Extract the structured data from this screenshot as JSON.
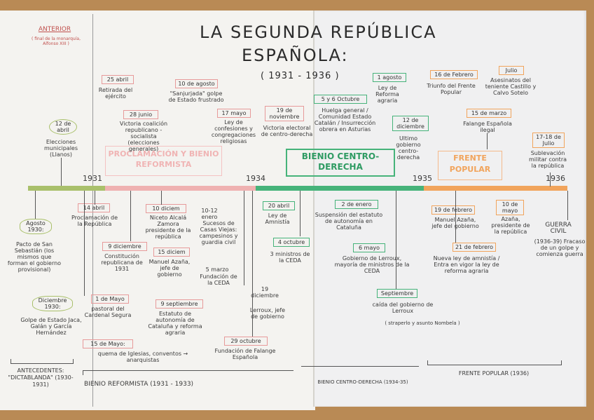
{
  "title": {
    "line1": "LA SEGUNDA REPÚBLICA",
    "line2": "ESPAÑOLA:",
    "range": "( 1931 - 1936 )"
  },
  "anterior": {
    "label": "ANTERIOR",
    "sub": "( final de la monarquía, Alfonso XIII )"
  },
  "years": {
    "y1931": "1931",
    "y1934": "1934",
    "y1935": "1935",
    "y1936": "1936"
  },
  "periods": {
    "reformista": "PROCLAMACIÓN Y BIENIO REFORMISTA",
    "centro": "BIENIO CENTRO-DERECHA",
    "frente": "FRENTE POPULAR"
  },
  "top_events": [
    {
      "date": "12 de abril",
      "text": "Elecciones municipales (Llanos)"
    },
    {
      "date": "25 abril",
      "text": "Retirada del ejército"
    },
    {
      "date": "28 junio",
      "text": "Victoria coalición republicano - socialista (elecciones generales)"
    },
    {
      "date": "10 de agosto",
      "text": "\"Sanjurjada\" golpe de Estado frustrado"
    },
    {
      "date": "17 mayo",
      "text": "Ley de confesiones y congregaciones religiosas"
    },
    {
      "date": "19 de noviembre",
      "text": "Victoria electoral de centro-derecha"
    },
    {
      "date": "5 y 6 Octubre",
      "text": "Huelga general / Comunidad Estado Catalán / Insurrección obrera en Asturias"
    },
    {
      "date": "1 agosto",
      "text": "Ley de Reforma agraria"
    },
    {
      "date": "12 de diciembre",
      "text": "Ultimo gobierno centro-derecha"
    },
    {
      "date": "16 de Febrero",
      "text": "Triunfo del Frente Popular"
    },
    {
      "date": "15 de marzo",
      "text": "Falange Española ilegal"
    },
    {
      "date": "Julio",
      "text": "Asesinatos del teniente Castillo y Calvo Sotelo"
    },
    {
      "date": "17-18 de Julio",
      "text": "Sublevación militar contra la república"
    }
  ],
  "bottom_events": [
    {
      "date": "Agosto 1930:",
      "text": "Pacto de San Sebastián (los mismos que forman el gobierno provisional)"
    },
    {
      "date": "Diciembre 1930:",
      "text": "Golpe de Estado Jaca, Galán y García Hernández"
    },
    {
      "date": "14 abril",
      "text": "Proclamación de la República"
    },
    {
      "date": "9 diciembre",
      "text": "Constitución republicana de 1931"
    },
    {
      "date": "1 de Mayo",
      "text": "pastoral del Cardenal Segura"
    },
    {
      "date": "15 de Mayo:",
      "text": "quema de Iglesias, conventos → anarquistas"
    },
    {
      "date": "10 diciem",
      "text": "Niceto Alcalá Zamora presidente de la república"
    },
    {
      "date": "15 diciem",
      "text": "Manuel Azaña, jefe de gobierno"
    },
    {
      "date": "9 septiembre",
      "text": "Estatuto de autonomía de Cataluña y reforma agraria"
    },
    {
      "date": "10-12 enero",
      "text": "Sucesos de Casas Viejas: campesinos y guardia civil"
    },
    {
      "date": "5 marzo",
      "text": "Fundación de la CEDA"
    },
    {
      "date": "29 octubre",
      "text": "Fundación de Falange Española"
    },
    {
      "date": "19 diciembre",
      "text": "Lerroux, jefe de gobierno"
    },
    {
      "date": "20 abril",
      "text": "Ley de Amnistía"
    },
    {
      "date": "4 octubre",
      "text": "3 ministros de la CEDA"
    },
    {
      "date": "2 de enero",
      "text": "Suspensión del estatuto de autonomía en Cataluña"
    },
    {
      "date": "6 mayo",
      "text": "Gobierno de Lerroux, mayoría de ministros de la CEDA"
    },
    {
      "date": "Septiembre",
      "text": "caída del gobierno de Lerroux"
    },
    {
      "date": "note",
      "text": "( straperlo y asunto Nombela )"
    },
    {
      "date": "19 de febrero",
      "text": "Manuel Azaña, jefe del gobierno"
    },
    {
      "date": "21 de febrero",
      "text": "Nueva ley de amnistía / Entra en vigor la ley de reforma agraria"
    },
    {
      "date": "10 de mayo",
      "text": "Azaña, presidente de la república"
    },
    {
      "date": "GUERRA CIVIL",
      "text": "(1936-39) Fracaso de un golpe y comienza guerra"
    }
  ],
  "footer": {
    "antecedentes": "ANTECEDENTES: \"DICTABLANDA\" (1930-1931)",
    "reformista": "BIENIO REFORMISTA (1931 - 1933)",
    "centro": "BIENIO CENTRO-DERECHA (1934-35)",
    "frente": "FRENTE POPULAR (1936)"
  },
  "colors": {
    "reformista": "#e79a9a",
    "centro": "#46b37a",
    "frente": "#f1a45c",
    "antecedentes": "#a9c06b"
  }
}
